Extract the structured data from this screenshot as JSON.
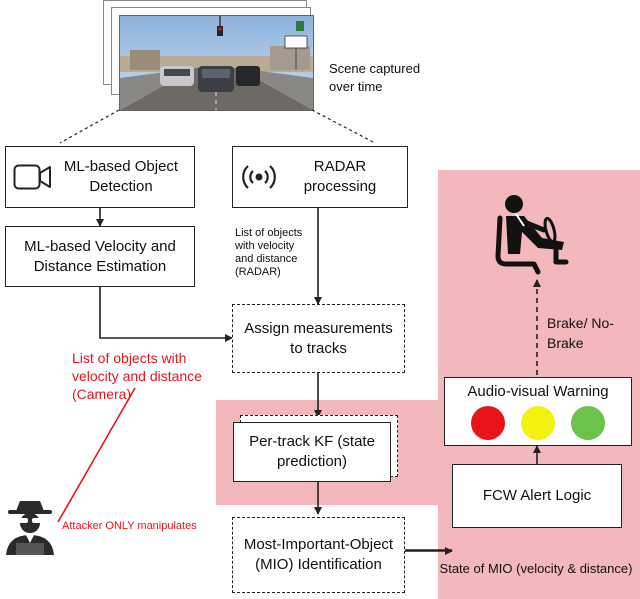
{
  "scene": {
    "caption": "Scene captured over time"
  },
  "boxes": {
    "ml_detect": "ML-based Object Detection",
    "ml_velocity": "ML-based Velocity and Distance Estimation",
    "radar": "RADAR processing",
    "assign": "Assign measurements to tracks",
    "kf": "Per-track KF (state prediction)",
    "mio": "Most-Important-Object (MIO) Identification",
    "fcw": "FCW Alert Logic",
    "warning": "Audio-visual Warning"
  },
  "labels": {
    "radar_list": "List of objects with velocity and distance (RADAR)",
    "camera_list": "List of objects with velocity and distance (Camera)",
    "brake": "Brake/ No-Brake",
    "mio_state": "State of MIO (velocity & distance)",
    "attacker": "Attacker ONLY manipulates"
  },
  "lights": [
    {
      "name": "red",
      "color": "#e8141a"
    },
    {
      "name": "yellow",
      "color": "#f2f20e"
    },
    {
      "name": "green",
      "color": "#6cc24a"
    }
  ],
  "colors": {
    "highlight": "#f2b8bb",
    "attack": "#e8141a",
    "line": "#222222"
  }
}
